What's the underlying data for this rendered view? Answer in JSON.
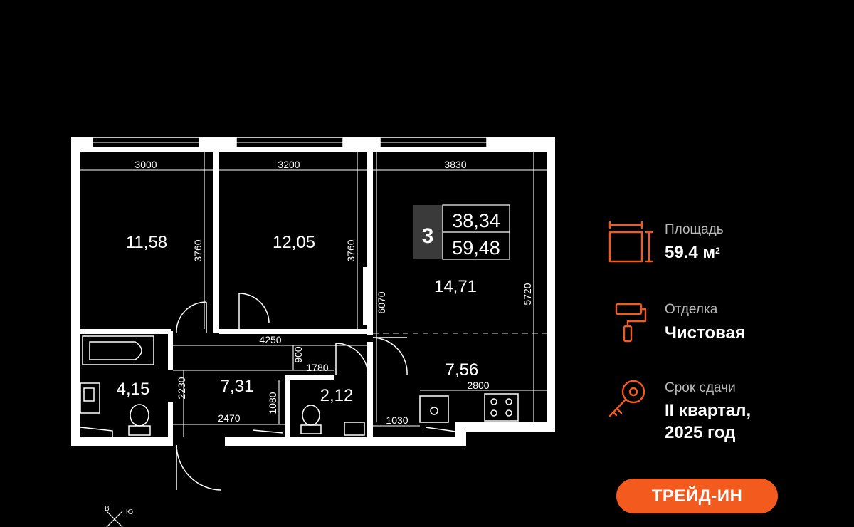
{
  "rooms": {
    "room1_area": "11,58",
    "room2_area": "12,05",
    "room3_area": "14,71",
    "kitchen_area": "7,56",
    "bath_area": "4,15",
    "hall_area": "7,31",
    "wc_area": "2,12"
  },
  "dimensions": {
    "d3000": "3000",
    "d3200": "3200",
    "d3830": "3830",
    "d3760a": "3760",
    "d3760b": "3760",
    "d6070": "6070",
    "d5720": "5720",
    "d4250": "4250",
    "d900": "900",
    "d1780": "1780",
    "d2230": "2230",
    "d2470": "2470",
    "d1080": "1080",
    "d1030": "1030",
    "d2800": "2800"
  },
  "badge": {
    "rooms_count": "3",
    "living_area": "38,34",
    "total_area": "59,48"
  },
  "compass": {
    "north": "В",
    "east": "Ю"
  },
  "info": {
    "area_label": "Площадь",
    "area_value": "59.4 м",
    "area_unit_sup": "2",
    "finish_label": "Отделка",
    "finish_value": "Чистовая",
    "term_label": "Срок сдачи",
    "term_value_line1": "II квартал,",
    "term_value_line2": "2025 год"
  },
  "cta": {
    "label": "ТРЕЙД-ИН"
  },
  "colors": {
    "accent": "#f25a1e",
    "wall": "#ffffff",
    "background": "#000000"
  },
  "icons": [
    "area-icon",
    "paint-roller-icon",
    "key-icon",
    "compass-icon"
  ]
}
